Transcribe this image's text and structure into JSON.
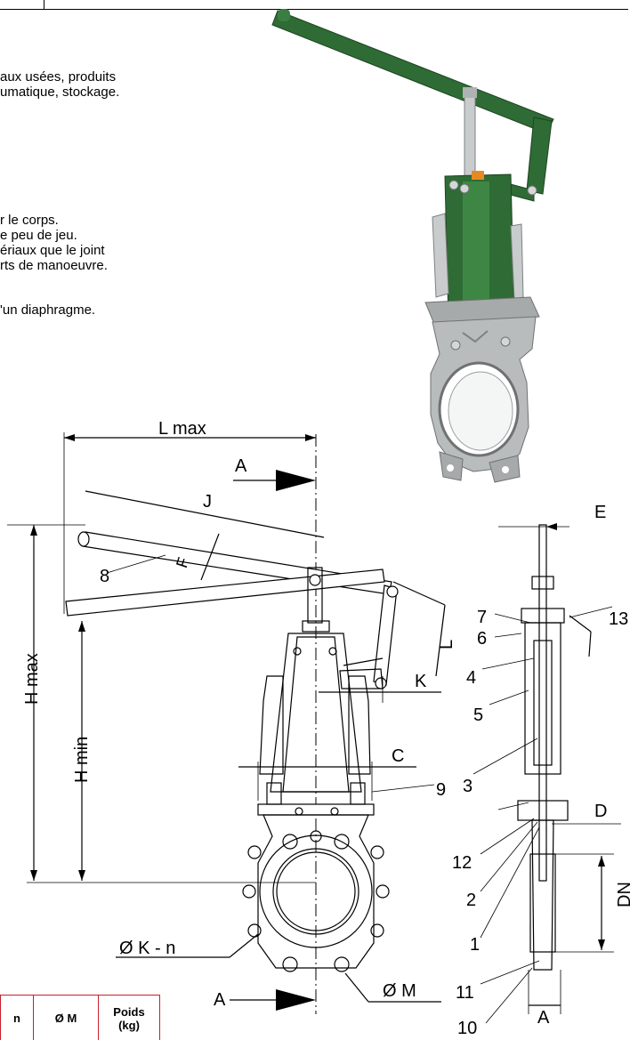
{
  "description_lines": [
    "aux usées,  produits",
    "umatique, stockage.",
    "r  le  corps.",
    "e peu de jeu.",
    "ériaux que le joint",
    "rts de manoeuvre.",
    "'un diaphragme."
  ],
  "dimensions": {
    "l_max": "L max",
    "j": "J",
    "f": "F",
    "l": "L",
    "k": "K",
    "c": "C",
    "e": "E",
    "d": "D",
    "dn": "DN",
    "a_dim": "A",
    "h_max": "H max",
    "h_min": "H min",
    "k_n": "Ø K - n",
    "m": "Ø M",
    "section": "A"
  },
  "callouts": [
    "1",
    "2",
    "3",
    "4",
    "5",
    "6",
    "7",
    "8",
    "9",
    "10",
    "11",
    "12",
    "13"
  ],
  "table": {
    "headers": [
      "n",
      "Ø M",
      "Poids\n(kg)"
    ]
  },
  "colors": {
    "handle": "#2f6b35",
    "body": "#b9bcbc",
    "table_border": "#c8202a",
    "gasket": "#e58a22"
  }
}
